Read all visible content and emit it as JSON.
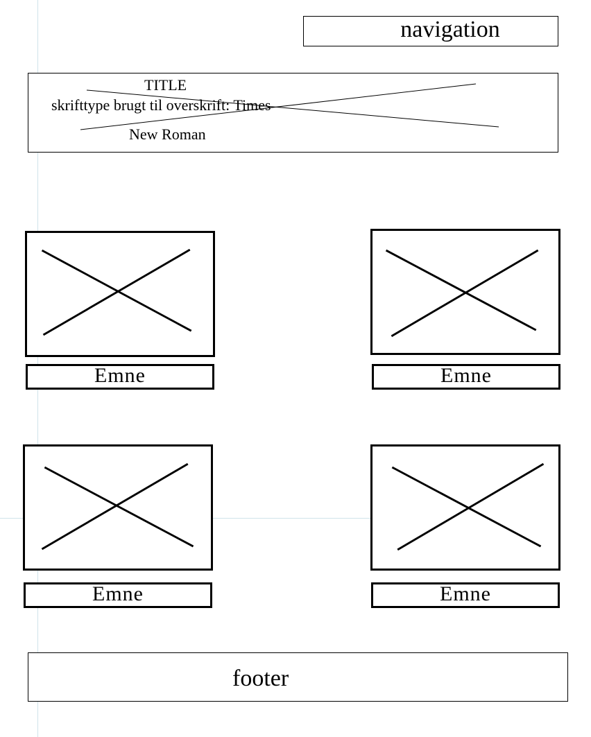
{
  "navigation": {
    "label": "navigation"
  },
  "header": {
    "title": "TITLE",
    "font_note_line1": "skrifttype brugt til overskrift: Times",
    "font_note_line2": "New Roman"
  },
  "cards": [
    {
      "label": "Emne"
    },
    {
      "label": "Emne"
    },
    {
      "label": "Emne"
    },
    {
      "label": "Emne"
    }
  ],
  "footer": {
    "label": "footer"
  }
}
